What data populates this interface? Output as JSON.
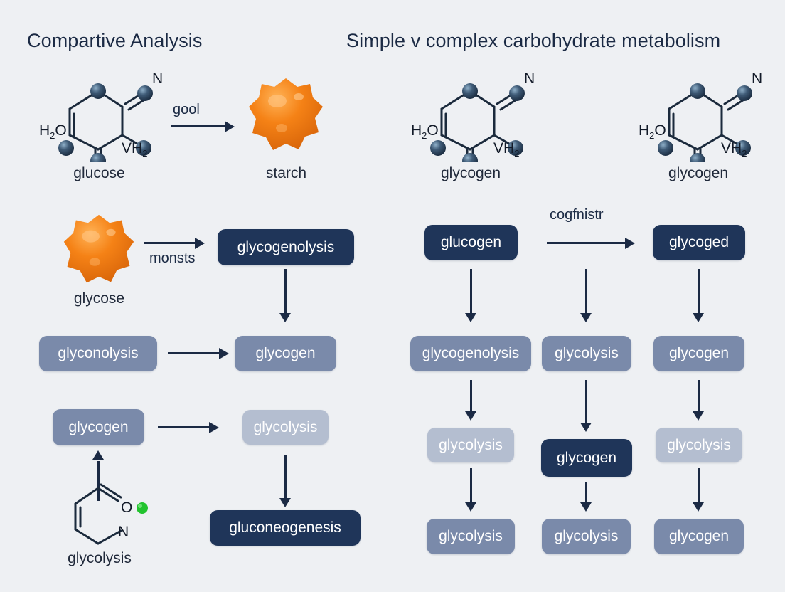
{
  "panels": {
    "left_title": "Compartive Analysis",
    "right_title": "Simple v complex carbohydrate metabolism"
  },
  "molecules": {
    "glucose": {
      "label": "glucose",
      "atoms": {
        "n": "N",
        "h2o": "H",
        "h2o_sub": "2",
        "h2o_o": "O",
        "vh2": "VH",
        "vh2_sub": "2"
      }
    },
    "glycogen_r1": {
      "label": "glycogen",
      "atoms": {
        "n": "N",
        "h2o": "H",
        "h2o_sub": "2",
        "h2o_o": "O",
        "vh2": "VH",
        "vh2_sub": "2"
      }
    },
    "glycogen_r2": {
      "label": "glycogen",
      "atoms": {
        "n": "N",
        "h2o": "H",
        "h2o_sub": "2",
        "h2o_o": "O",
        "vh2": "VH",
        "vh2_sub": "2"
      }
    },
    "glycolysis_ring": {
      "label": "glycolysis",
      "atoms": {
        "o": "O",
        "n": "N"
      }
    }
  },
  "blobs": {
    "starch": "starch",
    "glycose": "glycose"
  },
  "arrow_labels": {
    "gool": "gool",
    "monsts": "monsts",
    "cogfnistr": "cogfnistr"
  },
  "left_boxes": {
    "glycogenolysis": "glycogenolysis",
    "glyconolysis": "glyconolysis",
    "glycogen_mid": "glycogen",
    "glycogen_low": "glycogen",
    "glycolysis_light": "glycolysis",
    "gluconeogenesis": "gluconeogenesis"
  },
  "right_boxes": {
    "col1": [
      "glucogen",
      "glycogenolysis",
      "glycolysis",
      "glycolysis"
    ],
    "col2": [
      "glycolysis",
      "glycogen",
      "glycolysis"
    ],
    "col3": [
      "glycoged",
      "glycogen",
      "glycolysis",
      "glycogen"
    ]
  },
  "colors": {
    "background": "#eef0f3",
    "dark_navy": "#1f3559",
    "mid_slate": "#7a8aaa",
    "light_slate": "#b4bed0",
    "arrow": "#1b2a44",
    "orange": "#f07f1a",
    "green_dot": "#22c32e",
    "atom_sphere": "#2e4660"
  }
}
